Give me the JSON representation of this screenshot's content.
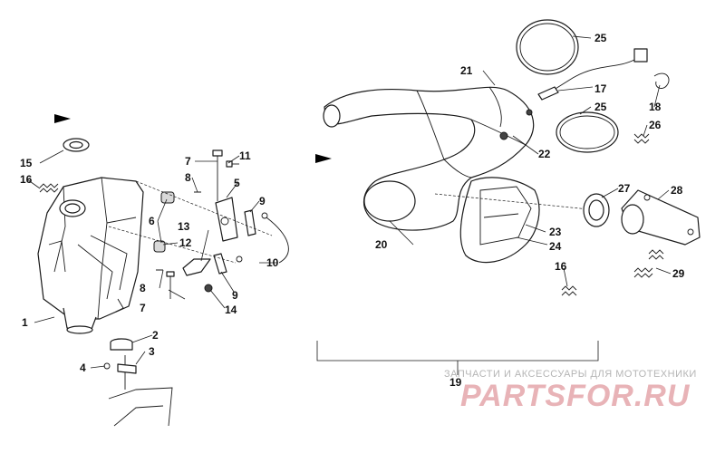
{
  "callouts": {
    "c1": "1",
    "c2": "2",
    "c3": "3",
    "c4": "4",
    "c5": "5",
    "c6": "6",
    "c7a": "7",
    "c7b": "7",
    "c8a": "8",
    "c8b": "8",
    "c9a": "9",
    "c9b": "9",
    "c10": "10",
    "c11": "11",
    "c12": "12",
    "c13": "13",
    "c14": "14",
    "c15": "15",
    "c16a": "16",
    "c16b": "16",
    "c17": "17",
    "c18": "18",
    "c19": "19",
    "c20": "20",
    "c21": "21",
    "c22": "22",
    "c23": "23",
    "c24": "24",
    "c25a": "25",
    "c25b": "25",
    "c26": "26",
    "c27": "27",
    "c28": "28",
    "c29": "29"
  },
  "watermark": {
    "subtitle": "ЗАПЧАСТИ И АКСЕССУАРЫ ДЛЯ МОТОТЕХНИКИ",
    "logo": "PARTSFOR.RU"
  },
  "colors": {
    "line": "#1a1a1a",
    "watermark_logo": "#e8b3b7",
    "watermark_text": "#b5b5b5"
  }
}
